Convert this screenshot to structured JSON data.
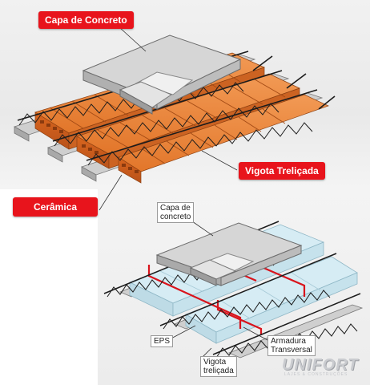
{
  "top_panel": {
    "labels": {
      "capa": "Capa de Concreto",
      "vigota": "Vigota Treliçada",
      "ceramica": "Cerâmica"
    }
  },
  "bottom_panel": {
    "labels": {
      "capa": "Capa de\nconcreto",
      "eps": "EPS",
      "armadura": "Armadura\nTransversal",
      "vigota": "Vigota\ntreliçada"
    }
  },
  "logo": {
    "text": "UNIFORT",
    "subtext": "LAJES & CONSTRUÇÕES"
  },
  "colors": {
    "label_red": "#e8141c",
    "ceramic_orange": "#e87a2c",
    "eps_blue": "#cfe8f2",
    "concrete_gray": "#cfcfcf",
    "steel_bar": "#1c1c1c",
    "rebar_red": "#d9141c"
  }
}
